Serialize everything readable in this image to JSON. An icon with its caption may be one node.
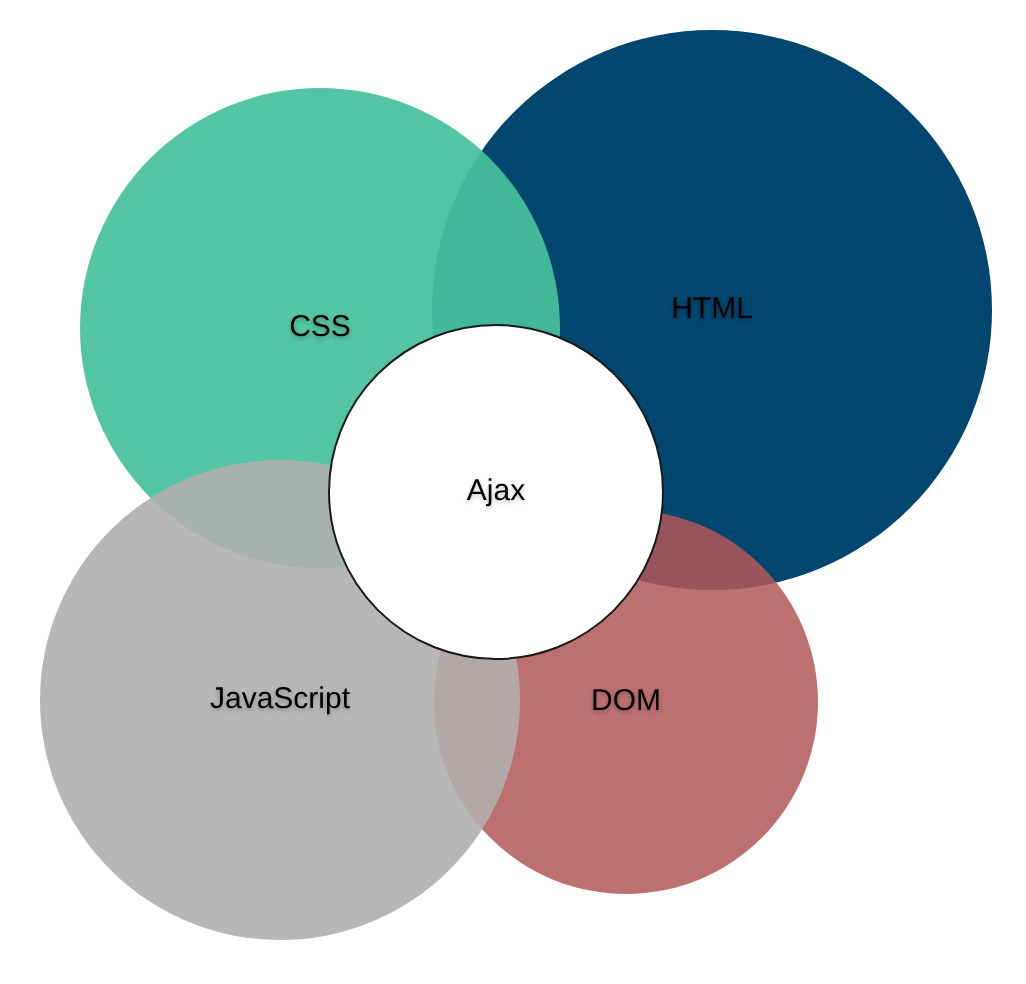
{
  "diagram": {
    "nodes": [
      {
        "text": [
          "CSS"
        ]
      },
      {
        "text": [
          "HTML"
        ]
      },
      {
        "text": [
          "Ajax"
        ]
      },
      {
        "text": [
          "JavaScript"
        ]
      },
      {
        "text": [
          "DOM"
        ]
      }
    ]
  }
}
